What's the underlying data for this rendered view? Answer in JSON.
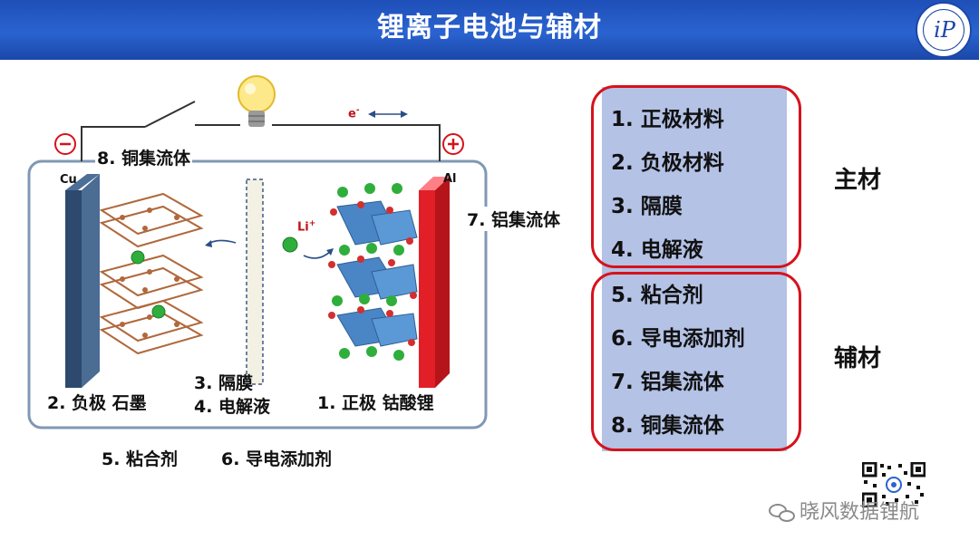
{
  "header": {
    "title": "锂离子电池与辅材",
    "logo_icon": "institute-of-physics-logo"
  },
  "diagram": {
    "label_negative_sign": "−",
    "label_positive_sign": "+",
    "label_cu": "Cu",
    "label_al": "Al",
    "label_electron": "e",
    "label_electron_sup": "-",
    "label_li": "Li",
    "label_li_sup": "+",
    "label_cu_collector": "8. 铜集流体",
    "label_al_collector": "7. 铝集流体",
    "label_separator": "3. 隔膜",
    "label_electrolyte": "4. 电解液",
    "label_anode": "2. 负极  石墨",
    "label_cathode": "1. 正极  钴酸锂",
    "label_binder": "5. 粘合剂",
    "label_additive": "6. 导电添加剂"
  },
  "main_materials": {
    "category": "主材",
    "items": [
      "1. 正极材料",
      "2. 负极材料",
      "3. 隔膜",
      "4. 电解液"
    ]
  },
  "aux_materials": {
    "category": "辅材",
    "items": [
      "5. 粘合剂",
      "6. 导电添加剂",
      "7. 铝集流体",
      "8. 铜集流体"
    ]
  },
  "footer": {
    "wechat_text": "晓风数据锂航",
    "wechat_icon": "wechat-icon",
    "qr_icon": "qr-code"
  },
  "colors": {
    "header": "#1f4fb8",
    "red": "#d6121b",
    "panel": "#b4c2e6",
    "cu_electrode": "#2d4a6e",
    "al_electrode": "#e21f26"
  }
}
